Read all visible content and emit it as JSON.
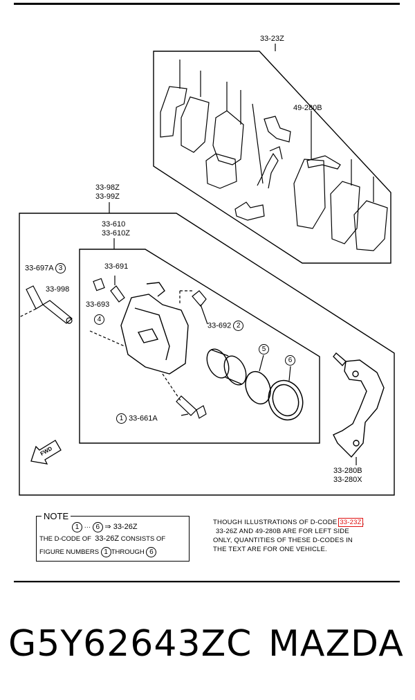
{
  "labels": {
    "pad_kit": "33-23Z",
    "shim_kit": "49-280B",
    "caliper_a": "33-98Z",
    "caliper_b": "33-99Z",
    "body_a": "33-610",
    "body_b": "33-610Z",
    "boot_kit": "33-697A",
    "guide_pin": "33-998",
    "bleeder": "33-691",
    "cap": "33-693",
    "boot": "33-692",
    "bolt": "33-661A",
    "mount_a": "33-280B",
    "mount_b": "33-280X",
    "fwd": "FWD"
  },
  "callouts": {
    "c1": "1",
    "c2": "2",
    "c3": "3",
    "c4": "4",
    "c5": "5",
    "c6": "6"
  },
  "note": {
    "title": "NOTE",
    "line1_arrow": "⇒ 33-26Z",
    "line1_dots": "···",
    "line2a": "THE D-CODE OF",
    "line2b": "33-26Z",
    "line2c": "CONSISTS OF",
    "line3a": "FIGURE NUMBERS",
    "line3b": "THROUGH"
  },
  "paragraph": {
    "l1a": "THOUGH ILLUSTRATIONS OF D-CODE",
    "l1b": "33-23Z",
    "l1c": ",",
    "l2": "33-26Z  AND  49-280B  ARE FOR LEFT SIDE",
    "l3": "ONLY, QUANTITIES OF THESE D-CODES IN",
    "l4": "THE TEXT ARE FOR ONE VEHICLE."
  },
  "footer": {
    "part_number": "G5Y62643ZC",
    "brand": "MAZDA"
  },
  "colors": {
    "highlight": "#e01010"
  }
}
